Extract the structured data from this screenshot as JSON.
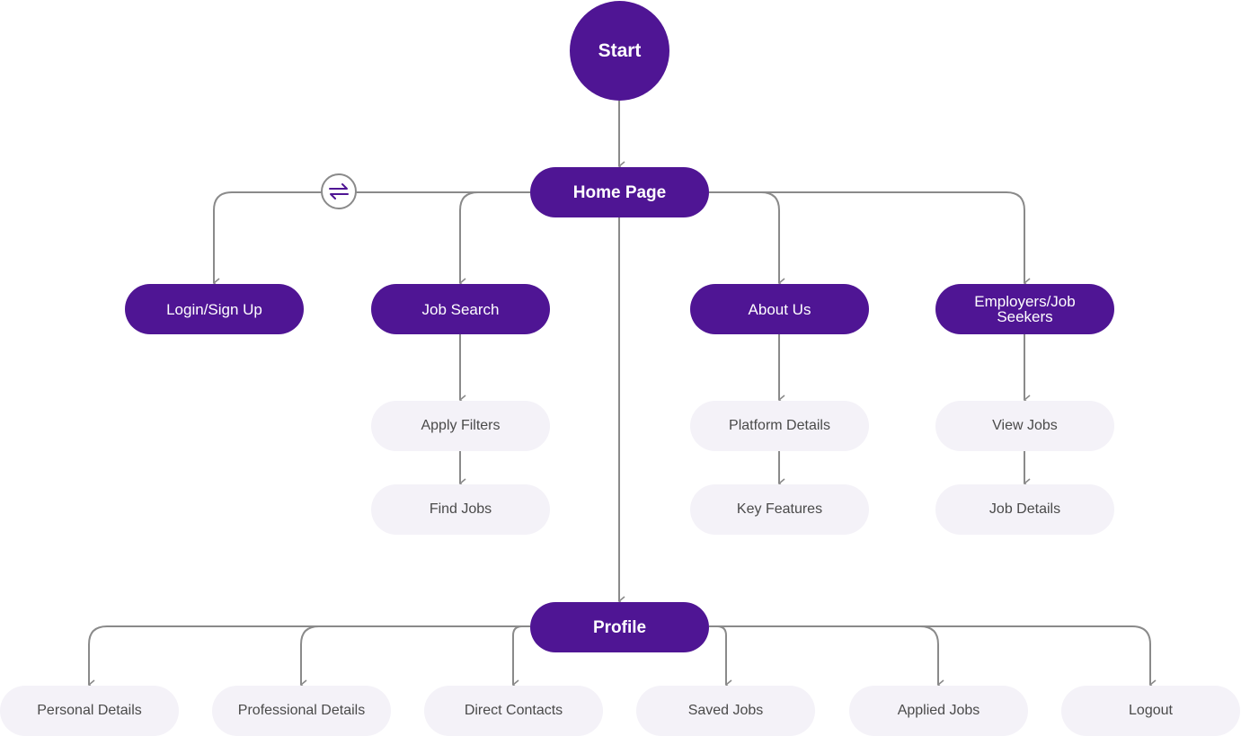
{
  "diagram": {
    "type": "flowchart",
    "colors": {
      "primary": "#4f1594",
      "secondary": "#f4f2f8",
      "connector": "#8a8a8a",
      "primary_text": "#ffffff",
      "secondary_text": "#4a4a4a"
    },
    "start": {
      "label": "Start"
    },
    "home": {
      "label": "Home Page"
    },
    "swap_icon": "swap-arrows-icon",
    "sections": [
      {
        "label": "Login/Sign Up",
        "children": []
      },
      {
        "label": "Job Search",
        "children": [
          "Apply Filters",
          "Find Jobs"
        ]
      },
      {
        "label": "About Us",
        "children": [
          "Platform Details",
          "Key Features"
        ]
      },
      {
        "label": "Employers/Job Seekers",
        "children": [
          "View Jobs",
          "Job Details"
        ]
      }
    ],
    "profile": {
      "label": "Profile",
      "children": [
        "Personal Details",
        "Professional Details",
        "Direct Contacts",
        "Saved Jobs",
        "Applied Jobs",
        "Logout"
      ]
    }
  }
}
